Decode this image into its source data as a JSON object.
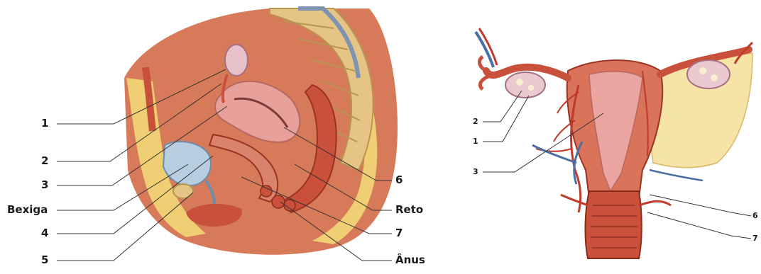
{
  "left_figure": {
    "left_labels": [
      "1",
      "2",
      "3",
      "Bexiga",
      "4",
      "5"
    ],
    "right_labels": [
      "6",
      "Reto",
      "7",
      "Ânus"
    ]
  },
  "right_figure": {
    "left_labels": [
      "2",
      "1",
      "3"
    ],
    "right_labels": [
      "6",
      "7"
    ]
  },
  "colors": {
    "tissue": "#d97a5c",
    "tissue_dark": "#b34a33",
    "fat": "#f2d27a",
    "bone": "#e8c98a",
    "uterus": "#e9a3a0",
    "bladder": "#b9cfe0",
    "vessel_red": "#c0392b",
    "vessel_blue": "#4a6fa5",
    "ovary": "#e8c6d0",
    "leader": "#333333"
  }
}
